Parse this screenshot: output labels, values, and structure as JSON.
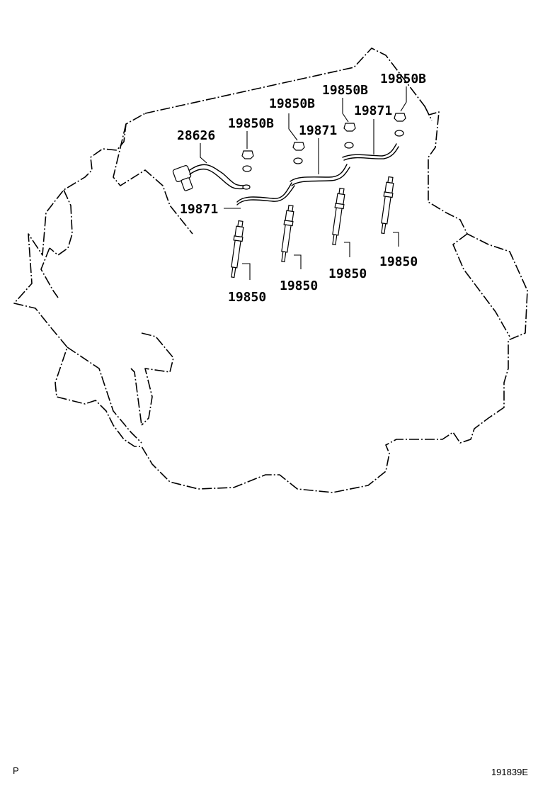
{
  "callouts": {
    "harness_28626": "28626",
    "nut_a": "19850B",
    "nut_b": "19850B",
    "nut_c": "19850B",
    "nut_d": "19850B",
    "connector_left": "19871",
    "connector_mid": "19871",
    "connector_right": "19871",
    "plug_1": "19850",
    "plug_2": "19850",
    "plug_3": "19850",
    "plug_4": "19850"
  },
  "footer": {
    "left": "P",
    "right": "191839E"
  }
}
